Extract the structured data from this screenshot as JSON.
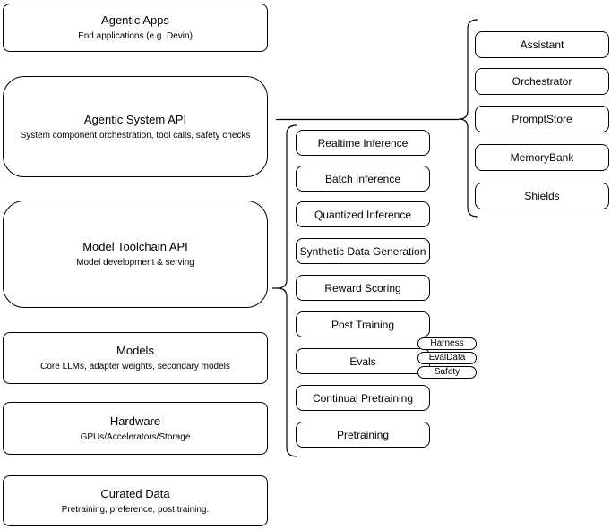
{
  "diagram": {
    "stack": [
      {
        "title": "Agentic Apps",
        "subtitle": "End applications (e.g. Devin)"
      },
      {
        "title": "Agentic System API",
        "subtitle": "System component orchestration, tool calls, safety checks"
      },
      {
        "title": "Model Toolchain API",
        "subtitle": "Model development & serving"
      },
      {
        "title": "Models",
        "subtitle": "Core LLMs, adapter weights, secondary models"
      },
      {
        "title": "Hardware",
        "subtitle": "GPUs/Accelerators/Storage"
      },
      {
        "title": "Curated Data",
        "subtitle": "Pretraining, preference, post training."
      }
    ],
    "toolchain_services": [
      "Realtime Inference",
      "Batch Inference",
      "Quantized Inference",
      "Synthetic Data Generation",
      "Reward Scoring",
      "Post Training",
      "Evals",
      "Continual Pretraining",
      "Pretraining"
    ],
    "evals_components": [
      "Harness",
      "EvalData",
      "Safety"
    ],
    "system_components": [
      "Assistant",
      "Orchestrator",
      "PromptStore",
      "MemoryBank",
      "Shields"
    ],
    "colors": {
      "stroke": "#000000",
      "fill": "#ffffff",
      "text": "#000000"
    }
  }
}
